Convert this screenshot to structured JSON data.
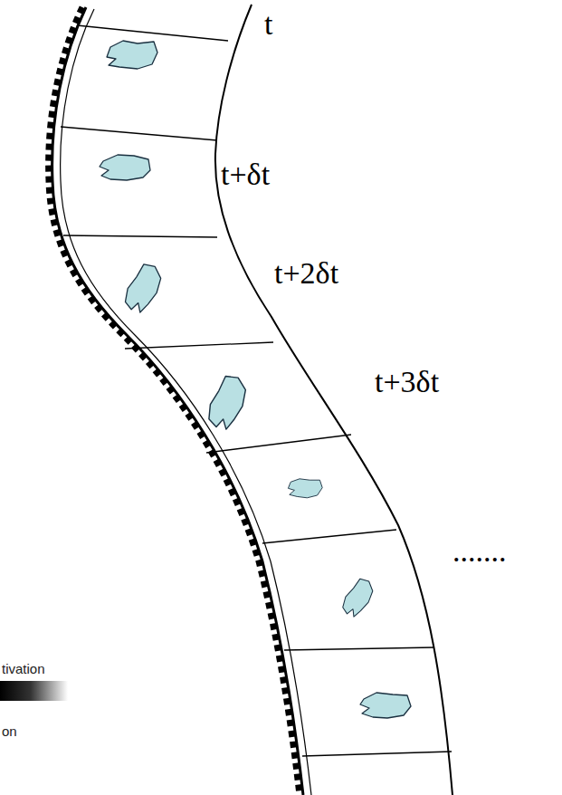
{
  "diagram": {
    "labels": [
      "t",
      "t+δt",
      "t+2δt",
      "t+3δt",
      ".......",
      "tivation",
      "on"
    ]
  }
}
